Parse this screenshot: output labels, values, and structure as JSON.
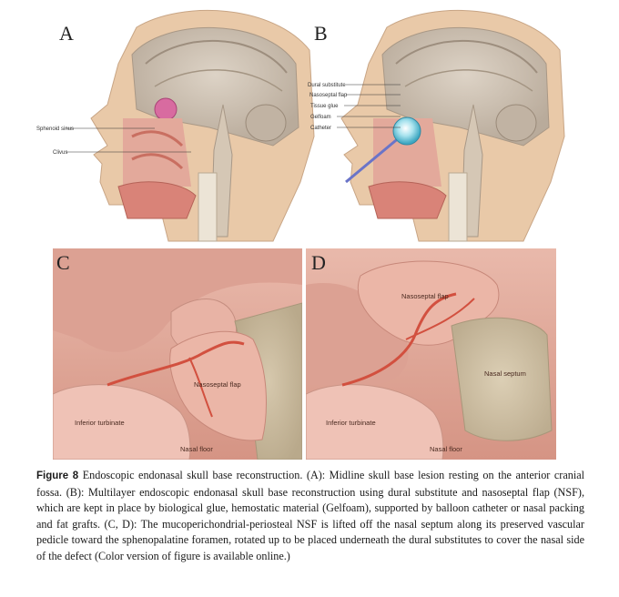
{
  "panels": {
    "A": {
      "letter": "A",
      "labels": {
        "sphenoid": "Sphenoid sinus",
        "clivus": "Clivus"
      }
    },
    "B": {
      "letter": "B",
      "labels": {
        "dural": "Dural substitute",
        "nasoseptal": "Nasoseptal flap",
        "glue": "Tissue glue",
        "gelfoam": "Gelfoam",
        "catheter": "Catheter"
      }
    },
    "C": {
      "letter": "C",
      "labels": {
        "flap": "Nasoseptal flap",
        "turbinate": "Inferior turbinate",
        "floor": "Nasal floor"
      }
    },
    "D": {
      "letter": "D",
      "labels": {
        "flap": "Nasoseptal flap",
        "septum": "Nasal septum",
        "turbinate": "Inferior turbinate",
        "floor": "Nasal floor"
      }
    }
  },
  "caption": {
    "figure_label": "Figure 8",
    "text": "Endoscopic endonasal skull base reconstruction. (A): Midline skull base lesion resting on the anterior cranial fossa. (B): Multilayer endoscopic endonasal skull base reconstruction using dural substitute and nasoseptal flap (NSF), which are kept in place by biological glue, hemostatic material (Gelfoam), supported by balloon catheter or nasal packing and fat grafts. (C, D): The mucoperichondrial-periosteal NSF is lifted off the nasal septum along its preserved vascular pedicle toward the sphenopalatine foramen, rotated up to be placed underneath the dural substitutes to cover the nasal side of the defect (Color version of figure is available online.)"
  },
  "colors": {
    "skin": "#e9c9a8",
    "brain": "#cfc3b5",
    "mucosa": "#d98c7e",
    "tissue": "#e7b4a6",
    "septum": "#d9cbb2"
  }
}
